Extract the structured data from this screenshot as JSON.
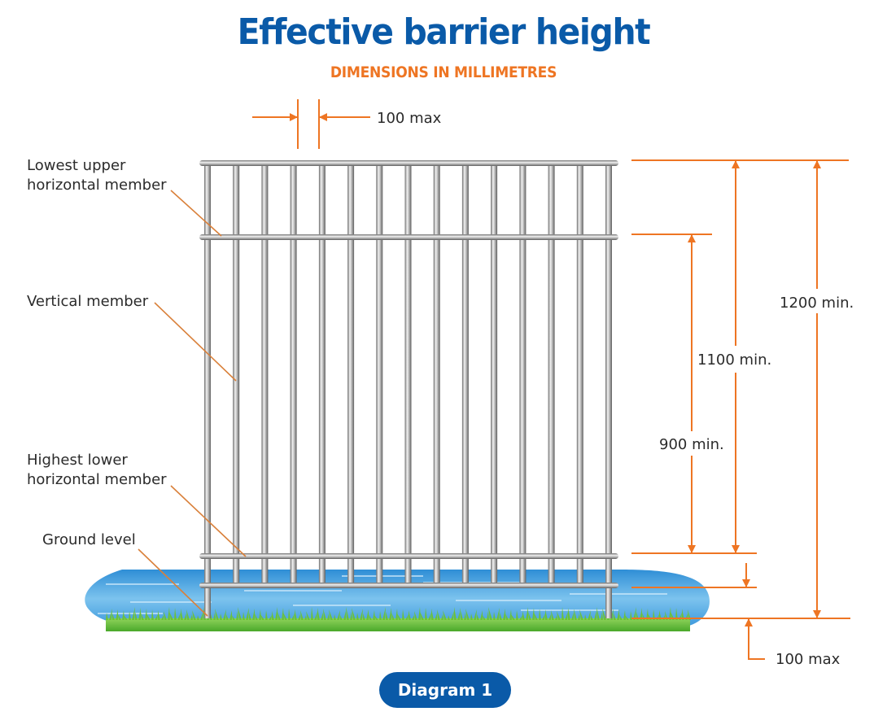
{
  "title": "Effective barrier height",
  "subtitle": "DIMENSIONS IN MILLIMETRES",
  "colors": {
    "title_blue": "#0a5aa8",
    "accent_orange": "#ee7523",
    "metal_grey": "#8a8a8a",
    "water_blue": "#4aa3dd",
    "grass_green": "#5cb531",
    "label_text": "#2b2b2b"
  },
  "labels": {
    "lowest_upper": [
      "Lowest upper",
      "horizontal member"
    ],
    "vertical_member": "Vertical member",
    "highest_lower": [
      "Highest lower",
      "horizontal member"
    ],
    "ground_level": "Ground level"
  },
  "dimensions": {
    "gap_top": "100 max",
    "d900": "900 min.",
    "d1100": "1100 min.",
    "d1200": "1200 min.",
    "gap_bottom": "100 max"
  },
  "fence": {
    "vertical_member_count": 15
  },
  "badge": "Diagram 1"
}
